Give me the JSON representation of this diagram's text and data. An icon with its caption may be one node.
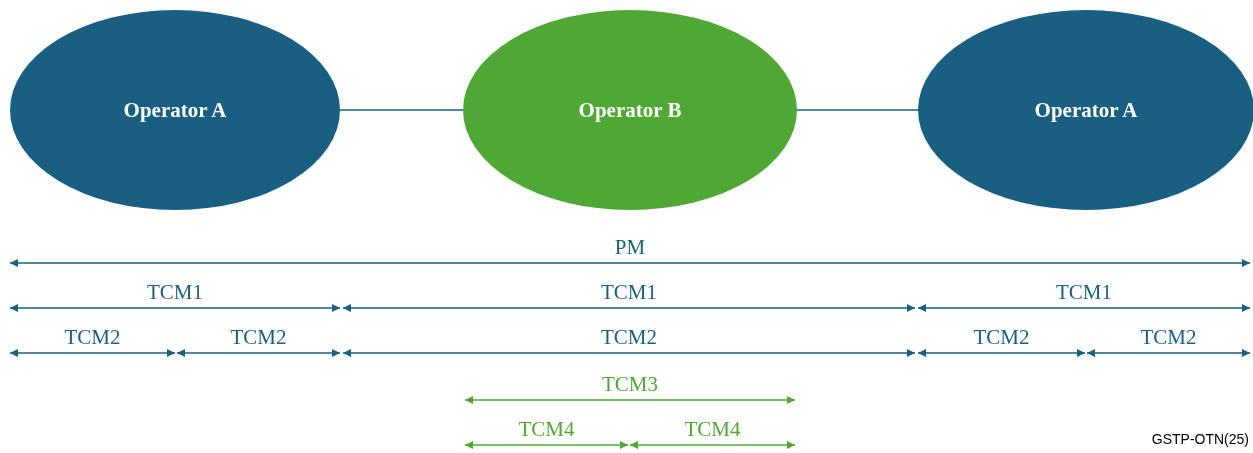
{
  "diagram": {
    "nodes": [
      {
        "text": [
          "Operator A"
        ]
      },
      {
        "text": [
          "Operator B"
        ]
      },
      {
        "text": [
          "Operator A"
        ]
      }
    ],
    "edges": [
      {
        "from": 0,
        "to": 1,
        "arrow": "none"
      },
      {
        "from": 1,
        "to": 2,
        "arrow": "none"
      }
    ],
    "labels": [
      "PM",
      "TCM1",
      "TCM1",
      "TCM1",
      "TCM2",
      "TCM2",
      "TCM2",
      "TCM2",
      "TCM2",
      "TCM3",
      "TCM4",
      "TCM4",
      "GSTP-OTN(25)"
    ]
  }
}
